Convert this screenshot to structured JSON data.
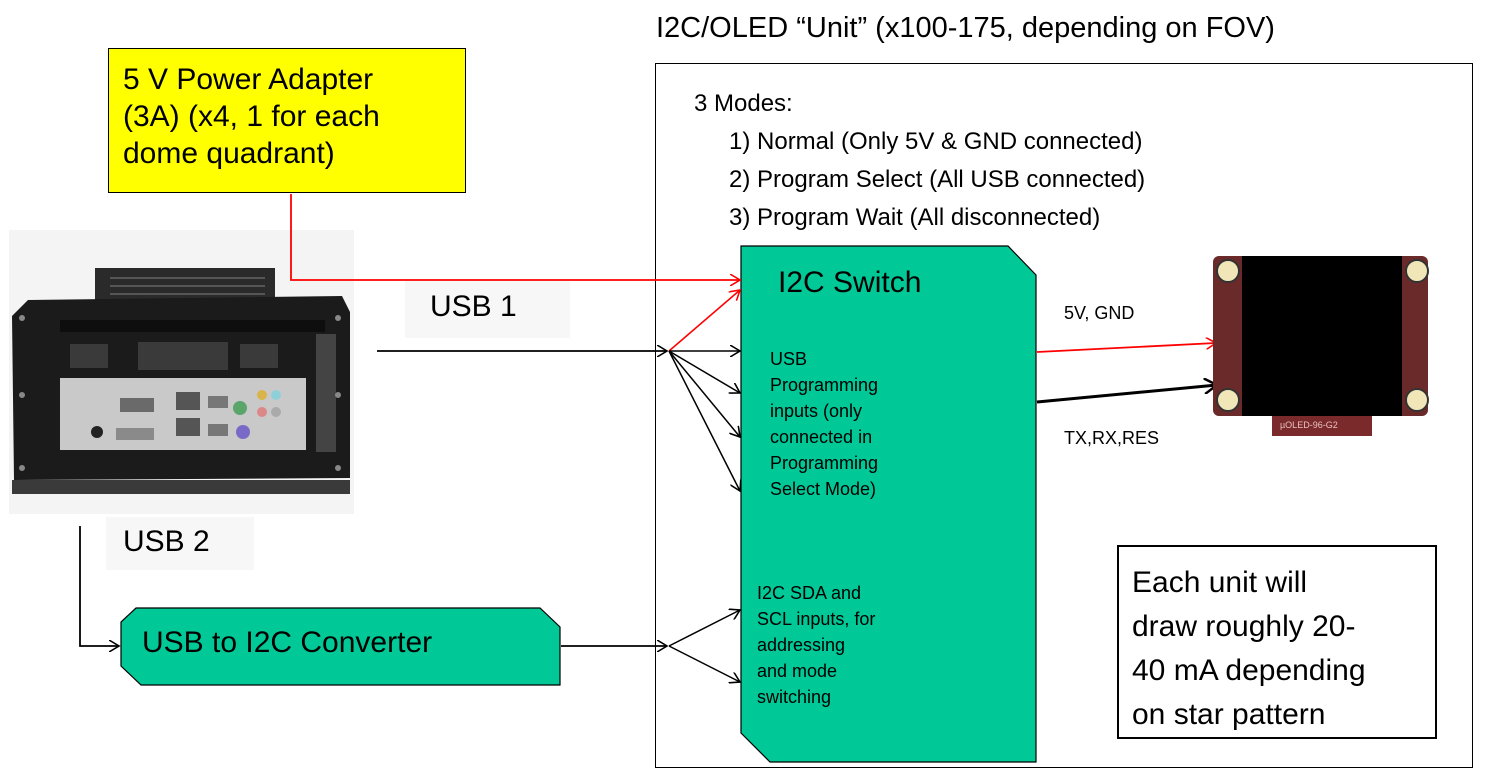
{
  "title": "I2C/OLED “Unit” (x100-175, depending on FOV)",
  "power_adapter": {
    "lines": [
      "5 V Power Adapter",
      "(3A) (x4, 1 for each",
      "dome quadrant)"
    ]
  },
  "usb1_label": "USB 1",
  "usb2_label": "USB 2",
  "converter_label": "USB to I2C Converter",
  "modes": {
    "heading": "3 Modes:",
    "items": [
      "1) Normal  (Only 5V & GND connected)",
      "2) Program  Select  (All USB connected)",
      "3) Program  Wait (All disconnected)"
    ]
  },
  "switch": {
    "title": "I2C Switch",
    "usb_text": [
      "USB",
      "Programming",
      "inputs (only",
      "connected in",
      "Programming",
      "Select Mode)"
    ],
    "i2c_text": [
      "I2C SDA and",
      "SCL inputs, for",
      "addressing",
      "and mode",
      "switching"
    ]
  },
  "wire_labels": {
    "power": "5V, GND",
    "data": "TX,RX,RES"
  },
  "oled_label": "µOLED-96-G2",
  "note": {
    "lines": [
      "Each unit will",
      "draw roughly 20-",
      "40 mA depending",
      "on star pattern"
    ]
  },
  "colors": {
    "switch_fill": "#00c896",
    "power_fill": "#ffff00",
    "power_wire": "#ff0000",
    "data_wire": "#000000"
  }
}
